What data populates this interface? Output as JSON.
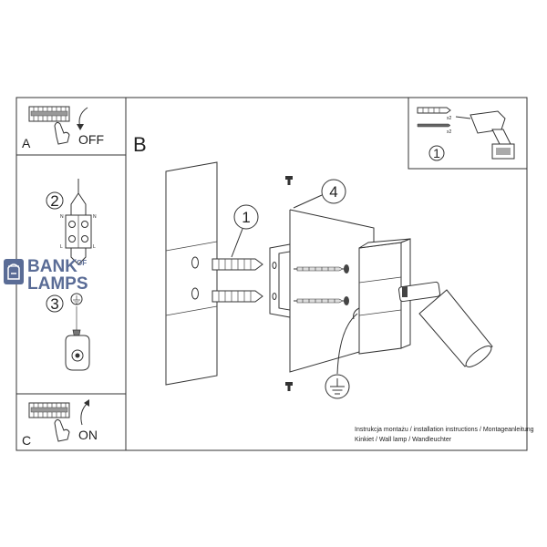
{
  "panels": {
    "a": {
      "letter": "A",
      "action": "OFF"
    },
    "b": {
      "letter": "B"
    },
    "c": {
      "letter": "C",
      "action": "ON"
    }
  },
  "callouts": {
    "tools": "1",
    "main_dowel": "1",
    "bracket": "4",
    "wires": "2",
    "ground": "3"
  },
  "terminal_labels": {
    "n_left": "N",
    "n_right": "N",
    "l_left": "L",
    "l_right": "L"
  },
  "logo": {
    "line1": "BANK",
    "of": "OF",
    "line2": "LAMPS",
    "color": "#5a6c96"
  },
  "caption": {
    "line1": "Instrukcja montażu / installation instructions / Montageanleitung",
    "line2": "Kinkiet / Wall lamp / Wandleuchter"
  }
}
